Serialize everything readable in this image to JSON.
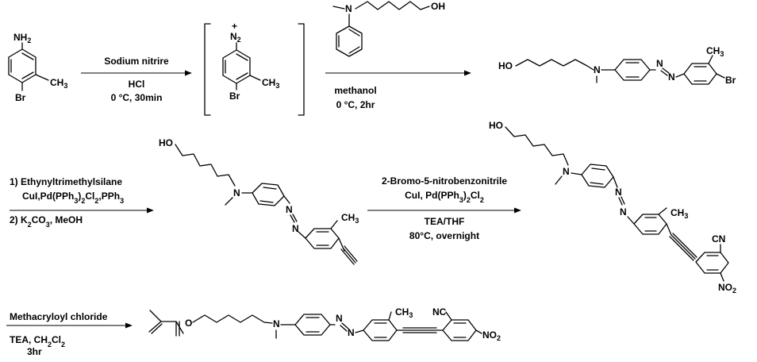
{
  "scheme": {
    "start": {
      "amine": "NH",
      "amine_sub": "2",
      "methyl": "CH",
      "methyl_sub": "3",
      "bromo": "Br"
    },
    "diazonium": {
      "charge": "+",
      "label": "N",
      "label_sub": "2",
      "methyl": "CH",
      "methyl_sub": "3",
      "bromo": "Br"
    },
    "aniline_reagent": {
      "amine": "N",
      "hydroxyl": "OH"
    },
    "azo_bromide": {
      "hydroxyl": "HO",
      "amine": "N",
      "azo_n1": "N",
      "azo_n2": "N",
      "methyl": "CH",
      "methyl_sub": "3",
      "bromo": "Br"
    },
    "alkyne": {
      "hydroxyl": "HO",
      "amine": "N",
      "azo_n1": "N",
      "azo_n2": "N",
      "methyl": "CH",
      "methyl_sub": "3"
    },
    "nitrile_product": {
      "hydroxyl": "HO",
      "amine": "N",
      "azo_n1": "N",
      "azo_n2": "N",
      "methyl": "CH",
      "methyl_sub": "3",
      "cyano": "CN",
      "nitro": "NO",
      "nitro_sub": "2"
    },
    "methacrylate": {
      "ester_o": "O",
      "amine": "N",
      "azo_n1": "N",
      "azo_n2": "N",
      "methyl": "CH",
      "methyl_sub": "3",
      "cyano": "NC",
      "nitro": "NO",
      "nitro_sub": "2"
    }
  },
  "steps": [
    {
      "above": [
        "Sodium nitrire"
      ],
      "below": [
        "HCl",
        "0 °C, 30min"
      ]
    },
    {
      "above": [],
      "below": [
        "methanol",
        "0 °C, 2hr"
      ]
    },
    {
      "above": [
        "1) Ethynyltrimethylsilane",
        "CuI,Pd(PPh3)2Cl2,PPh3"
      ],
      "below": [
        "2) K2CO3, MeOH"
      ]
    },
    {
      "above": [
        "2-Bromo-5-nitrobenzonitrile",
        "CuI, Pd(PPh3)2Cl2"
      ],
      "below": [
        "TEA/THF",
        "80°C, overnight"
      ]
    },
    {
      "above": [
        "Methacryloyl chloride"
      ],
      "below": [
        "TEA, CH2Cl2",
        "3hr"
      ]
    }
  ]
}
